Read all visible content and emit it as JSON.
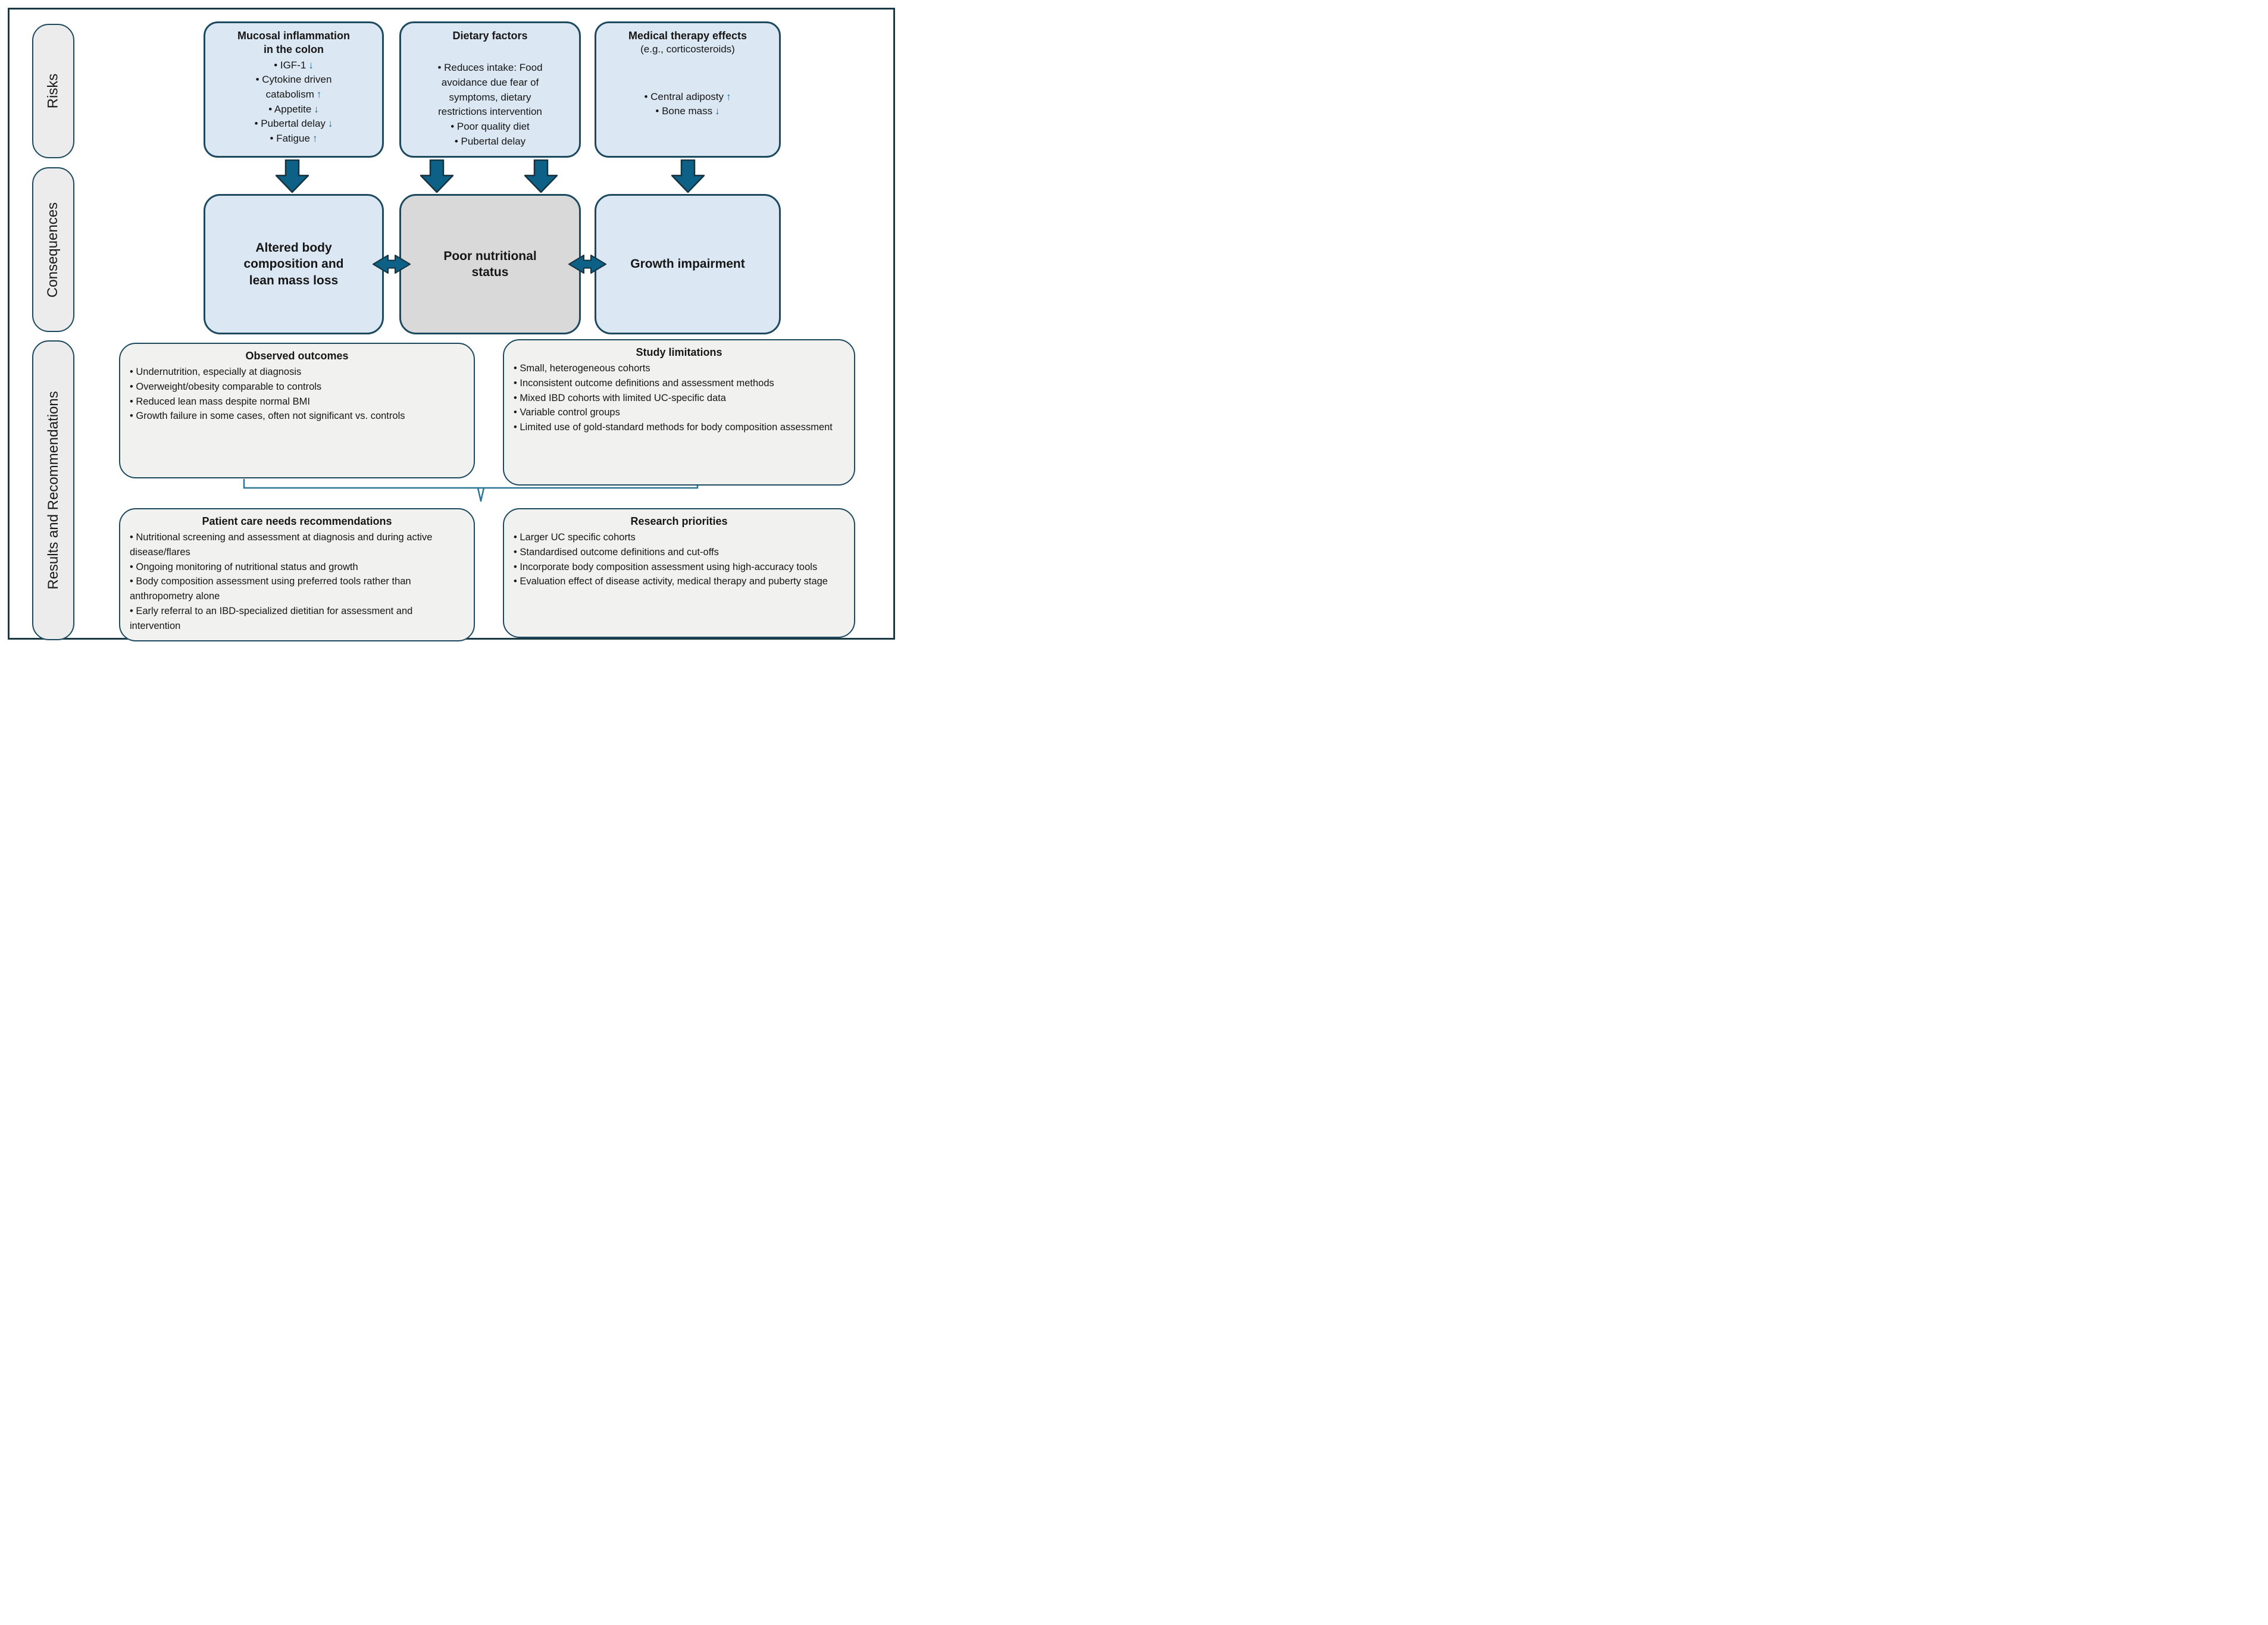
{
  "palette": {
    "box_blue": "#dbe7f2",
    "box_gray": "#d9d9d9",
    "box_light_gray": "#f1f1f0",
    "pill_gray": "#ececec",
    "border_dark": "#1e4a5f",
    "outer_border": "#1c3947",
    "arrow_fill": "#0d6187",
    "arrow_outline": "#16323f",
    "trend_arrow": "#166a92",
    "connector_line": "#2d7396",
    "text": "#161616"
  },
  "row_labels": [
    {
      "id": "risks",
      "label": "Risks"
    },
    {
      "id": "consequences",
      "label": "Consequences"
    },
    {
      "id": "results",
      "label": "Results and Recommendations"
    }
  ],
  "risk_boxes": [
    {
      "title": "Mucosal inflammation in the colon",
      "subtitle": "",
      "bullets": [
        {
          "text": "IGF-1",
          "arrow": "down"
        },
        {
          "text": "Cytokine driven catabolism",
          "arrow": "up"
        },
        {
          "text": "Appetite",
          "arrow": "down"
        },
        {
          "text": "Pubertal delay",
          "arrow": "down"
        },
        {
          "text": "Fatigue",
          "arrow": "up"
        }
      ]
    },
    {
      "title": "Dietary factors",
      "subtitle": "",
      "bullets": [
        {
          "text": "Reduces intake: Food avoidance due fear of symptoms, dietary restrictions intervention",
          "arrow": null
        },
        {
          "text": "Poor quality diet",
          "arrow": null
        },
        {
          "text": "Pubertal delay",
          "arrow": null
        }
      ]
    },
    {
      "title": "Medical therapy effects",
      "subtitle": "(e.g., corticosteroids)",
      "bullets": [
        {
          "text": "Central adiposty",
          "arrow": "up"
        },
        {
          "text": "Bone mass",
          "arrow": "down"
        }
      ]
    }
  ],
  "consequence_boxes": [
    {
      "label": "Altered body composition and lean mass loss",
      "variant": "blue"
    },
    {
      "label": "Poor nutritional status",
      "variant": "gray"
    },
    {
      "label": "Growth impairment",
      "variant": "blue"
    }
  ],
  "outcome_boxes": [
    {
      "title": "Observed outcomes",
      "bullets": [
        "Undernutrition, especially at diagnosis",
        "Overweight/obesity comparable to controls",
        "Reduced lean mass despite normal BMI",
        "Growth failure in some cases, often not significant vs. controls"
      ]
    },
    {
      "title": "Study limitations",
      "bullets": [
        "Small, heterogeneous cohorts",
        "Inconsistent outcome definitions and assessment methods",
        "Mixed IBD cohorts with limited UC-specific data",
        "Variable control groups",
        "Limited use of gold-standard methods for body composition assessment"
      ]
    }
  ],
  "recommendation_boxes": [
    {
      "title": "Patient care needs recommendations",
      "bullets": [
        "Nutritional screening and assessment at diagnosis and during active disease/flares",
        "Ongoing monitoring of nutritional status and growth",
        "Body composition assessment using preferred tools rather than anthropometry alone",
        "Early referral to an IBD-specialized dietitian for assessment and intervention"
      ]
    },
    {
      "title": "Research priorities",
      "bullets": [
        "Larger UC specific cohorts",
        "Standardised outcome definitions and cut-offs",
        "Incorporate body composition assessment using high-accuracy tools",
        "Evaluation effect of disease activity, medical therapy and puberty stage"
      ]
    }
  ]
}
